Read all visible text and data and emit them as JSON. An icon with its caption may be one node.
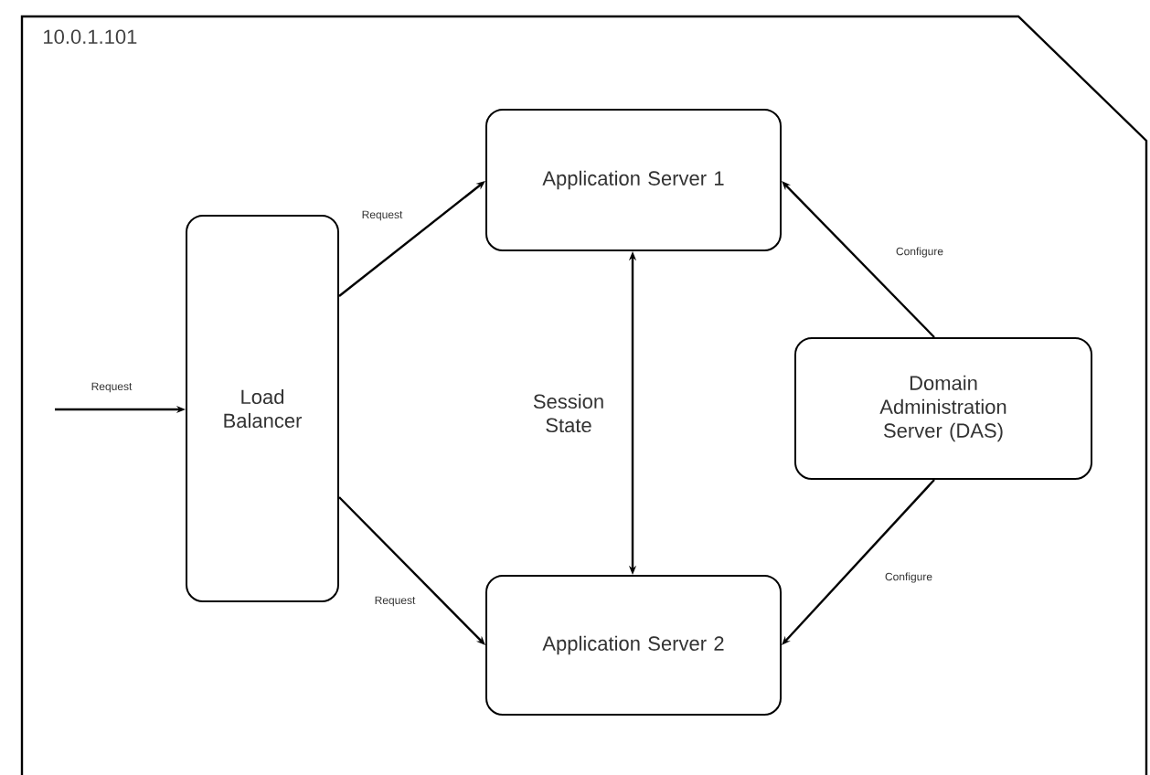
{
  "diagram": {
    "nodes": [
      {
        "text": [
          "10.0.1.101"
        ]
      },
      {
        "text": [
          "Load Balancer"
        ],
        "in": 0
      },
      {
        "text": [
          "Application Server 1"
        ],
        "in": 0
      },
      {
        "text": [
          "Application Server 2"
        ],
        "in": 0
      },
      {
        "text": [
          "Domain Administration Server (DAS)"
        ],
        "in": 0
      }
    ],
    "edges": [
      {
        "from": null,
        "to": 1,
        "arrow": "to",
        "label": "Request"
      },
      {
        "from": 1,
        "to": 2,
        "arrow": "to",
        "label": "Request"
      },
      {
        "from": 1,
        "to": 3,
        "arrow": "to",
        "label": "Request"
      },
      {
        "from": 2,
        "to": 3,
        "arrow": "both",
        "label": "Session State"
      },
      {
        "from": 4,
        "to": 2,
        "arrow": "to",
        "label": "Configure"
      },
      {
        "from": 4,
        "to": 3,
        "arrow": "to",
        "label": "Configure"
      }
    ]
  }
}
